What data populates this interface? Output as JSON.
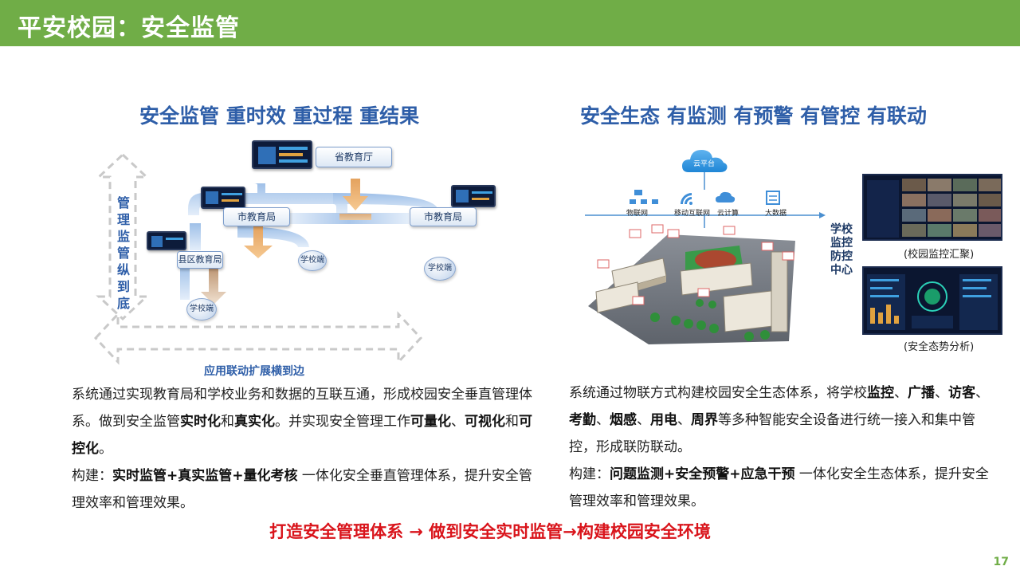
{
  "header": {
    "title": "平安校园：安全监管"
  },
  "left": {
    "heading": "安全监管  重时效  重过程  重结果",
    "diagram": {
      "vertical_label": "管理监管纵到底",
      "horizontal_label": "应用联动扩展横到边",
      "nodes": {
        "province": "省教育厅",
        "city_left": "市教育局",
        "city_right": "市教育局",
        "county": "县区教育局",
        "school_mid": "学校端",
        "school_right": "学校端",
        "school_bottom": "学校端"
      }
    },
    "para": {
      "p1_a": "系统通过实现教育局和学校业务和数据的互联互通，形成校园安全垂直管理体系。做到安全监管",
      "p1_b1": "实时化",
      "p1_c": "和",
      "p1_b2": "真实化",
      "p1_d": "。并实现安全管理工作",
      "p1_b3": "可量化",
      "p1_e": "、",
      "p1_b4": "可视化",
      "p1_f": "和",
      "p1_b5": "可控化",
      "p1_g": "。",
      "p2_a": "构建：",
      "p2_b": "实时监管+真实监管+量化考核",
      "p2_c": " 一体化安全垂直管理体系，提升安全管理效率和管理效果。"
    }
  },
  "right": {
    "heading": "安全生态 有监测  有预警  有管控  有联动",
    "diagram": {
      "cloud_label": "云平台",
      "tech_items": [
        "物联网",
        "移动互联网",
        "云计算",
        "大数据"
      ],
      "side_label": "学校监控防控中心",
      "caption_top": "(校园监控汇聚)",
      "caption_bottom": "(安全态势分析)"
    },
    "para": {
      "p1_a": "系统通过物联方式构建校园安全生态体系，将学校",
      "p1_b1": "监控",
      "p1_s1": "、",
      "p1_b2": "广播",
      "p1_s2": "、",
      "p1_b3": "访客",
      "p1_s3": "、",
      "p1_b4": "考勤",
      "p1_s4": "、",
      "p1_b5": "烟感",
      "p1_s5": "、",
      "p1_b6": "用电",
      "p1_s6": "、",
      "p1_b7": "周界",
      "p1_c": "等多种智能安全设备进行统一接入和集中管控，形成联防联动。",
      "p2_a": "构建：",
      "p2_b": "问题监测+安全预警+应急干预",
      "p2_c": " 一体化安全生态体系，提升安全管理效率和管理效果。"
    }
  },
  "slogan": "打造安全管理体系 → 做到安全实时监管→构建校园安全环境",
  "page_number": "17",
  "colors": {
    "header": "#70ad47",
    "heading": "#2e5ea8",
    "slogan": "#d9141b"
  }
}
